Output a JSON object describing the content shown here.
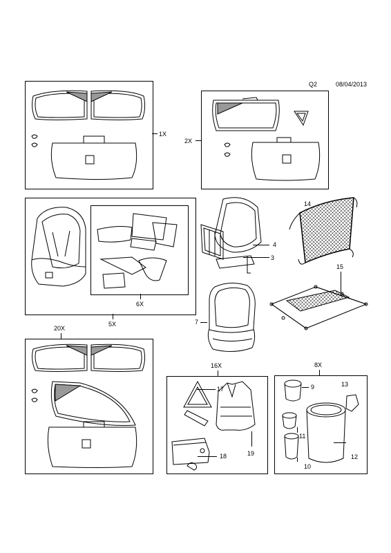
{
  "header": {
    "code": "Q2",
    "date": "08/04/2013"
  },
  "labels": {
    "g1": "1X",
    "g2": "2X",
    "g5": "5X",
    "g6": "6X",
    "g20": "20X",
    "g16": "16X",
    "g8": "8X",
    "p3": "3",
    "p4": "4",
    "p7": "7",
    "p9": "9",
    "p10": "10",
    "p11": "11",
    "p12": "12",
    "p13": "13",
    "p14": "14",
    "p15": "15",
    "p17": "17",
    "p18": "18",
    "p19": "19"
  }
}
